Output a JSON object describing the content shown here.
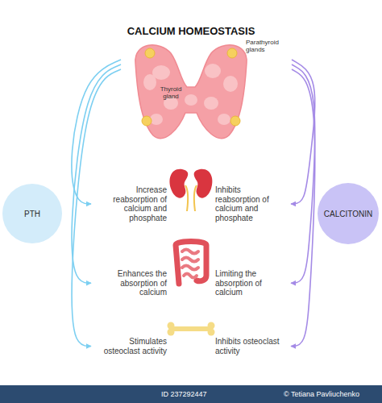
{
  "diagram": {
    "title": "CALCIUM HOMEOSTASIS",
    "nodes": [
      {
        "text": [
          "Parathyroid glands",
          "Thyroid gland"
        ]
      },
      {
        "text": [
          "PTH"
        ]
      },
      {
        "text": [
          "Increase reabsorption of calcium and phosphate",
          "Inhibits reabsorption of calcium and phosphate"
        ]
      },
      {
        "text": [
          "CALCITONIN"
        ]
      },
      {
        "text": [
          "Enhances the absorption of calcium",
          "Limiting  the absorption of calcium"
        ]
      },
      {
        "text": [
          "Stimulates osteoclast activity",
          "Inhibits osteoclast activity"
        ]
      }
    ],
    "edges": [
      {
        "from": 0,
        "to": 2,
        "arrow": "to"
      },
      {
        "from": 0,
        "to": 4,
        "arrow": "to"
      },
      {
        "from": 0,
        "to": 5,
        "arrow": "to"
      },
      {
        "from": 0,
        "to": 2,
        "arrow": "to"
      },
      {
        "from": 0,
        "to": 4,
        "arrow": "to"
      },
      {
        "from": 0,
        "to": 5,
        "arrow": "to"
      }
    ],
    "labels": [
      "ID 237292447",
      "© Tetiana Pavliuchenko"
    ]
  }
}
